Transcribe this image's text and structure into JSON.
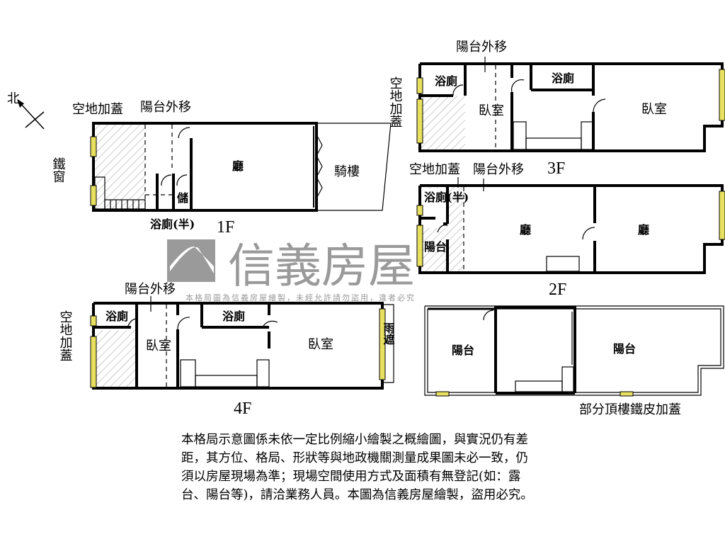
{
  "watermark": {
    "brand": "信義房屋",
    "notice": "本格局圖為信義房屋繪製，未經允許請勿盜用，違者必究",
    "color": "#9a9a9a"
  },
  "compass": {
    "label": "北"
  },
  "floor_1f": {
    "label": "1F",
    "open_land": "空地加蓋",
    "balcony_moved": "陽台外移",
    "iron_window": "鐵窗",
    "living": "廳",
    "arcade": "騎樓",
    "bath_half": "浴廁(半)",
    "storage": "儲"
  },
  "floor_2f": {
    "label": "2F",
    "open_land": "空地加蓋",
    "balcony_moved": "陽台外移",
    "bath_half": "浴廁(半)",
    "balcony": "陽台",
    "living1": "廳",
    "living2": "廳"
  },
  "floor_3f": {
    "label": "3F",
    "open_land": "空地加蓋",
    "balcony_moved": "陽台外移",
    "bath1": "浴廁",
    "bath2": "浴廁",
    "bedroom1": "臥室",
    "bedroom2": "臥室"
  },
  "floor_4f": {
    "label": "4F",
    "open_land": "空地加蓋",
    "balcony_moved": "陽台外移",
    "bath1": "浴廁",
    "bath2": "浴廁",
    "bedroom1": "臥室",
    "bedroom2": "臥室",
    "awning": "雨遮"
  },
  "roof": {
    "balcony1": "陽台",
    "balcony2": "陽台",
    "note": "部分頂樓鐵皮加蓋"
  },
  "disclaimer": {
    "lines": [
      "本格局示意圖係未依一定比例縮小繪製之概繪圖，與實況仍有差",
      "距，其方位、格局、形狀等與地政機關測量成果圖未必一致，仍",
      "須以房屋現場為準；現場空間使用方式及面積有無登記(如：露",
      "台、陽台等)，請洽業務人員。本圖為信義房屋繪製，盜用必究。"
    ]
  },
  "colors": {
    "window": "#e8e060",
    "wall": "#000000"
  }
}
